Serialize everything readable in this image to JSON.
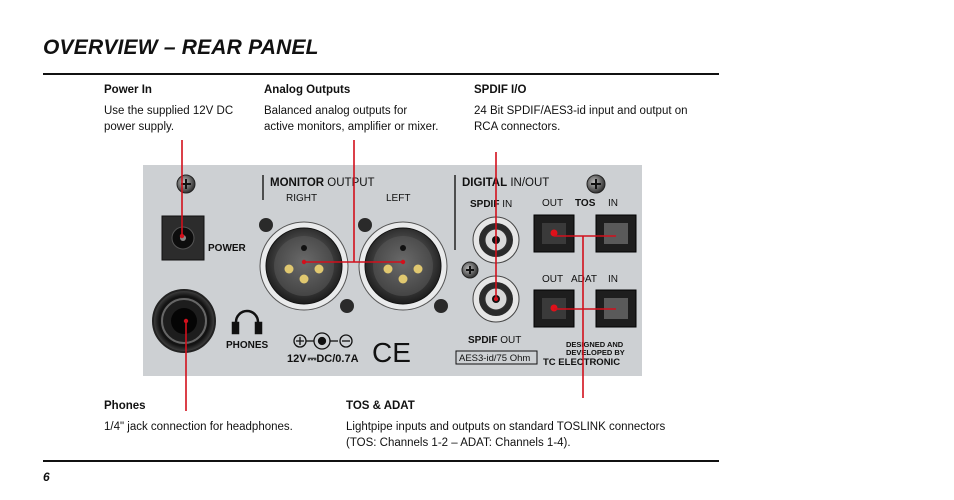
{
  "page": {
    "title": "OVERVIEW – REAR PANEL",
    "page_number": "6"
  },
  "sections": {
    "power_in": {
      "heading": "Power In",
      "text": [
        "Use the supplied 12V DC",
        "power supply."
      ]
    },
    "analog_outputs": {
      "heading": "Analog Outputs",
      "text": [
        "Balanced analog outputs for",
        "active monitors, amplifier or mixer."
      ]
    },
    "spdif_io": {
      "heading": "SPDIF I/O",
      "text": [
        "24 Bit SPDIF/AES3-id input and output on",
        "RCA connectors."
      ]
    },
    "phones": {
      "heading": "Phones",
      "text": [
        "1/4\" jack connection for headphones."
      ]
    },
    "tos_adat": {
      "heading": "TOS & ADAT",
      "text": [
        "Lightpipe inputs and outputs on standard TOSLINK connectors",
        "(TOS: Channels 1-2 – ADAT: Channels 1-4)."
      ]
    }
  },
  "panel": {
    "monitor_bold": "MONITOR",
    "monitor_rest": " OUTPUT",
    "right": "RIGHT",
    "left": "LEFT",
    "digital_bold": "DIGITAL",
    "digital_rest": " IN/OUT",
    "spdif_in_bold": "SPDIF",
    "spdif_in_rest": " IN",
    "spdif_out_bold": "SPDIF",
    "spdif_out_rest": " OUT",
    "tos_out": "OUT",
    "tos": "TOS",
    "tos_in": "IN",
    "adat_out": "OUT",
    "adat": "ADAT",
    "adat_in": "IN",
    "power": "POWER",
    "phones": "PHONES",
    "voltage": "12V",
    "voltage_rest": "DC/0.7A",
    "ce": "CE",
    "aes_label": "AES3-id/75 Ohm",
    "designed_1": "DESIGNED AND",
    "designed_2": "DEVELOPED BY",
    "brand": "TC ELECTRONIC"
  },
  "colors": {
    "callout": "#d2101c",
    "panel": "#cdd0d3",
    "led": "#e0111a"
  },
  "icons": [
    "screw-icon",
    "headphones-icon",
    "dc-polarity-icon",
    "ce-mark-icon"
  ]
}
